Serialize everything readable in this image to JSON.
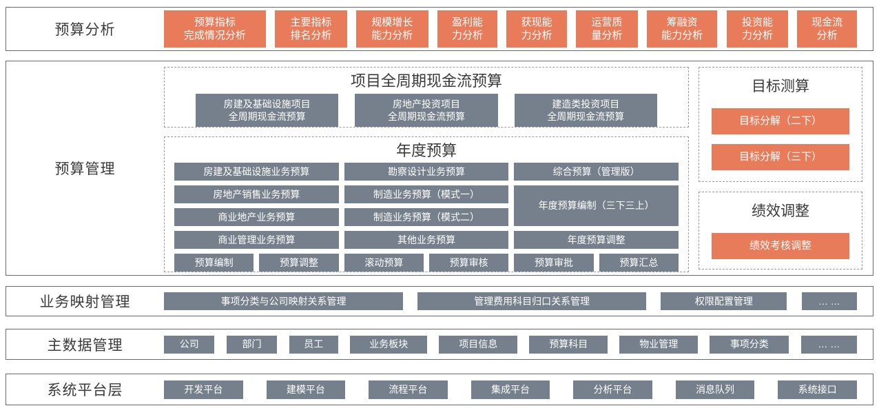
{
  "colors": {
    "accent_orange": "#E87B5A",
    "module_gray": "#75808C",
    "border_gray": "#666A6E",
    "dashed_border": "#979B9F",
    "title_text": "#3A3A3A"
  },
  "layers": {
    "analysis": {
      "label": "预算分析",
      "buttons": [
        "预算指标\n完成情况分析",
        "主要指标\n排名分析",
        "规模增长\n能力分析",
        "盈利能\n力分析",
        "获现能\n力分析",
        "运营质\n量分析",
        "筹融资\n能力分析",
        "投资能\n力分析",
        "现金流\n分析"
      ]
    },
    "management": {
      "label": "预算管理",
      "project_cashflow": {
        "title": "项目全周期现金流预算",
        "boxes": [
          "房建及基础设施项目\n全周期现金流预算",
          "房地产投资项目\n全周期现金流预算",
          "建造类投资项目\n全周期现金流预算"
        ]
      },
      "annual": {
        "title": "年度预算",
        "cells": [
          "房建及基础设施业务预算",
          "勘察设计业务预算",
          "综合预算（管理版）",
          "房地产销售业务预算",
          "制造业务预算（模式一）",
          "年度预算编制（三下三上）",
          "商业地产业务预算",
          "制造业务预算（模式二）",
          "商业管理业务预算",
          "其他业务预算",
          "年度预算调整"
        ],
        "bottom": [
          "预算编制",
          "预算调整",
          "滚动预算",
          "预算审核",
          "预算审批",
          "预算汇总"
        ]
      },
      "target": {
        "title": "目标测算",
        "buttons": [
          "目标分解（二下）",
          "目标分解（三下）"
        ]
      },
      "performance": {
        "title": "绩效调整",
        "buttons": [
          "绩效考核调整"
        ]
      }
    },
    "mapping": {
      "label": "业务映射管理",
      "boxes": [
        "事项分类与公司映射关系管理",
        "管理费用科目归口关系管理",
        "权限配置管理",
        "… …"
      ]
    },
    "masterdata": {
      "label": "主数据管理",
      "boxes": [
        "公司",
        "部门",
        "员工",
        "业务板块",
        "项目信息",
        "预算科目",
        "物业管理",
        "事项分类",
        "… …"
      ]
    },
    "platform": {
      "label": "系统平台层",
      "boxes": [
        "开发平台",
        "建模平台",
        "流程平台",
        "集成平台",
        "分析平台",
        "消息队列",
        "系统接口"
      ]
    }
  }
}
